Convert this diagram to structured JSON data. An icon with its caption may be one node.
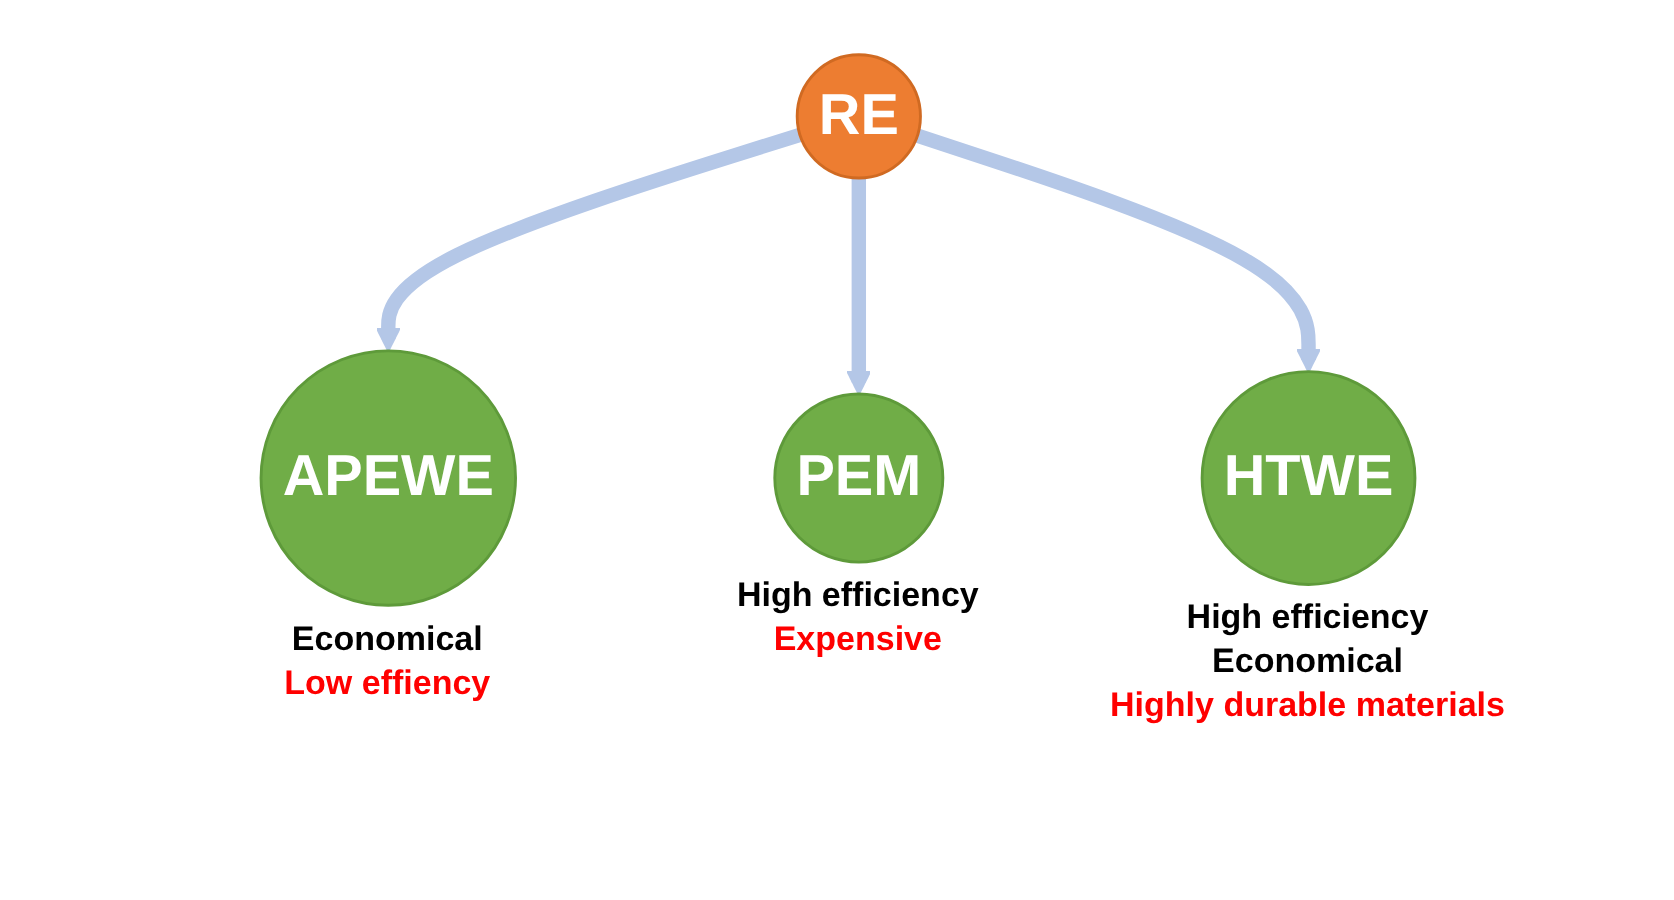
{
  "diagram": {
    "nodes": [
      {
        "text": [
          "RE"
        ]
      },
      {
        "text": [
          "APEWE"
        ],
        "beside": [
          "Economical",
          "Low effiency"
        ]
      },
      {
        "text": [
          "PEM"
        ],
        "beside": [
          "High efficiency",
          "Expensive"
        ]
      },
      {
        "text": [
          "HTWE"
        ],
        "beside": [
          "High efficiency",
          "Economical",
          "Highly durable materials"
        ]
      }
    ],
    "edges": [
      {
        "from": 0,
        "to": 1,
        "arrow": "to"
      },
      {
        "from": 0,
        "to": 2,
        "arrow": "to"
      },
      {
        "from": 0,
        "to": 3,
        "arrow": "to"
      }
    ]
  }
}
